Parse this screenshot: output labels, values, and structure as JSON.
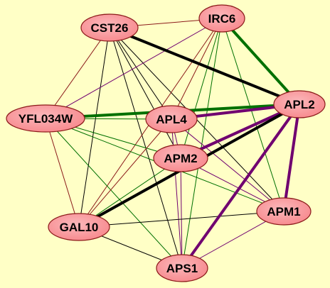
{
  "diagram": {
    "background": "#ffffc6",
    "node_fill": "#f7888c",
    "node_stroke": "#8b1a1a",
    "edge_colors": {
      "black": "#000000",
      "green": "#007000",
      "purple": "#700070",
      "brown": "#8b1a1a"
    },
    "nodes": [
      {
        "id": "CST26",
        "label": "CST26"
      },
      {
        "id": "IRC6",
        "label": "IRC6"
      },
      {
        "id": "YFL034W",
        "label": "YFL034W"
      },
      {
        "id": "APL4",
        "label": "APL4"
      },
      {
        "id": "APL2",
        "label": "APL2"
      },
      {
        "id": "APM2",
        "label": "APM2"
      },
      {
        "id": "APM1",
        "label": "APM1"
      },
      {
        "id": "GAL10",
        "label": "GAL10"
      },
      {
        "id": "APS1",
        "label": "APS1"
      }
    ],
    "edges": [
      {
        "source": "CST26",
        "target": "APL2",
        "color": "black",
        "weight": "thick"
      },
      {
        "source": "IRC6",
        "target": "APL2",
        "color": "green",
        "weight": "thick"
      },
      {
        "source": "YFL034W",
        "target": "APL2",
        "color": "green",
        "weight": "thick"
      },
      {
        "source": "APL4",
        "target": "APL2",
        "color": "purple",
        "weight": "thick"
      },
      {
        "source": "APM2",
        "target": "APL2",
        "color": "purple",
        "weight": "thick"
      },
      {
        "source": "GAL10",
        "target": "APL2",
        "color": "black",
        "weight": "thick"
      },
      {
        "source": "APS1",
        "target": "APL2",
        "color": "purple",
        "weight": "thick"
      },
      {
        "source": "APM1",
        "target": "APL2",
        "color": "purple",
        "weight": "thick"
      },
      {
        "source": "CST26",
        "target": "IRC6",
        "color": "brown",
        "weight": "thin"
      },
      {
        "source": "CST26",
        "target": "YFL034W",
        "color": "brown",
        "weight": "thin"
      },
      {
        "source": "CST26",
        "target": "APL4",
        "color": "black",
        "weight": "thin"
      },
      {
        "source": "CST26",
        "target": "APM2",
        "color": "black",
        "weight": "thin"
      },
      {
        "source": "CST26",
        "target": "GAL10",
        "color": "black",
        "weight": "thin"
      },
      {
        "source": "CST26",
        "target": "APS1",
        "color": "black",
        "weight": "thin"
      },
      {
        "source": "CST26",
        "target": "APM1",
        "color": "black",
        "weight": "thin"
      },
      {
        "source": "IRC6",
        "target": "YFL034W",
        "color": "purple",
        "weight": "thin"
      },
      {
        "source": "IRC6",
        "target": "APL4",
        "color": "brown",
        "weight": "thin"
      },
      {
        "source": "IRC6",
        "target": "APM2",
        "color": "green",
        "weight": "thin"
      },
      {
        "source": "IRC6",
        "target": "GAL10",
        "color": "brown",
        "weight": "thin"
      },
      {
        "source": "IRC6",
        "target": "APS1",
        "color": "green",
        "weight": "thin"
      },
      {
        "source": "IRC6",
        "target": "APM1",
        "color": "green",
        "weight": "thin"
      },
      {
        "source": "YFL034W",
        "target": "APL4",
        "color": "green",
        "weight": "thin"
      },
      {
        "source": "YFL034W",
        "target": "APM2",
        "color": "green",
        "weight": "thin"
      },
      {
        "source": "YFL034W",
        "target": "GAL10",
        "color": "brown",
        "weight": "thin"
      },
      {
        "source": "YFL034W",
        "target": "APS1",
        "color": "green",
        "weight": "thin"
      },
      {
        "source": "YFL034W",
        "target": "APM1",
        "color": "green",
        "weight": "thin"
      },
      {
        "source": "APL4",
        "target": "APM2",
        "color": "purple",
        "weight": "thin"
      },
      {
        "source": "APL4",
        "target": "GAL10",
        "color": "brown",
        "weight": "thin"
      },
      {
        "source": "APL4",
        "target": "APS1",
        "color": "purple",
        "weight": "thin"
      },
      {
        "source": "APL4",
        "target": "APM1",
        "color": "purple",
        "weight": "thin"
      },
      {
        "source": "APM2",
        "target": "GAL10",
        "color": "green",
        "weight": "thin"
      },
      {
        "source": "APM2",
        "target": "APS1",
        "color": "purple",
        "weight": "thin"
      },
      {
        "source": "APM2",
        "target": "APM1",
        "color": "purple",
        "weight": "thin"
      },
      {
        "source": "GAL10",
        "target": "APS1",
        "color": "black",
        "weight": "thin"
      },
      {
        "source": "GAL10",
        "target": "APM1",
        "color": "black",
        "weight": "thin"
      },
      {
        "source": "APS1",
        "target": "APM1",
        "color": "purple",
        "weight": "thin"
      }
    ]
  }
}
